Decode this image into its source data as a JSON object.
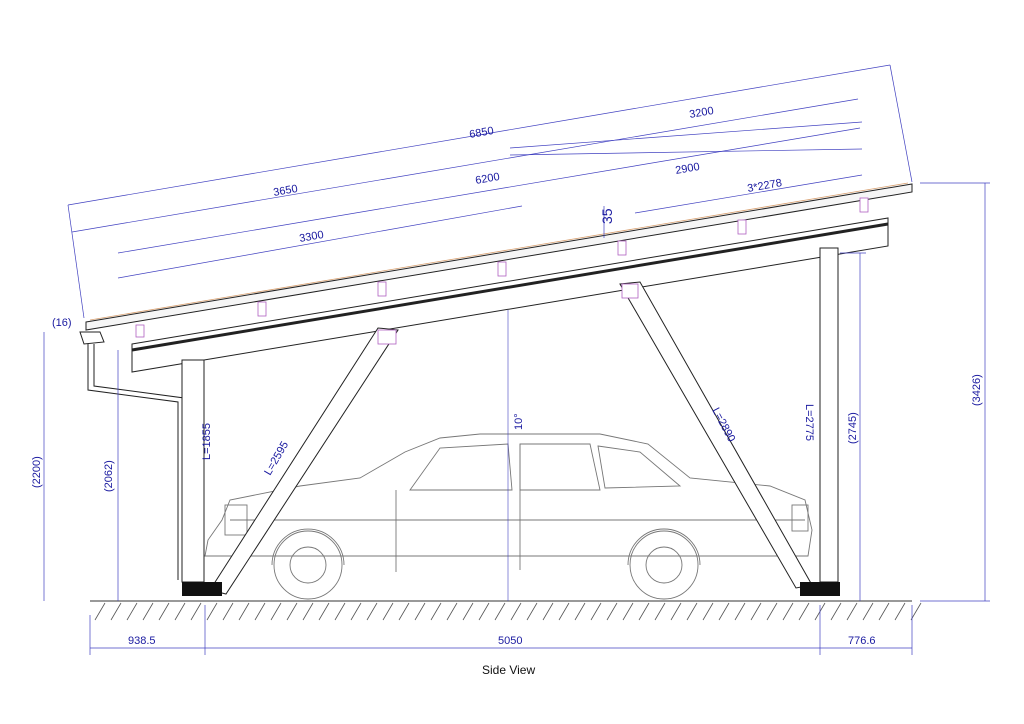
{
  "caption": "Side View",
  "angle_label": "10°",
  "dimensions": {
    "overall_length": "6850",
    "front_span": "3650",
    "rear_span": "3200",
    "rafter_length": "6200",
    "rafter_front": "3300",
    "rafter_rear": "2900",
    "purlin_spacing": "3*2278",
    "panel_thickness": "35",
    "gutter_offset": "(16)",
    "front_height": "(2200)",
    "front_post_height": "(2062)",
    "rear_height": "(3426)",
    "rear_post_height": "(2745)",
    "front_overhang": "938.5",
    "post_spacing": "5050",
    "rear_overhang": "776.6"
  },
  "members": {
    "front_post": "L=1855",
    "front_brace": "L=2595",
    "rear_brace": "L=2890",
    "rear_post": "L=2775"
  },
  "colors": {
    "dimension": "#1a1aa0",
    "structure": "#222222",
    "car": "#777777"
  }
}
